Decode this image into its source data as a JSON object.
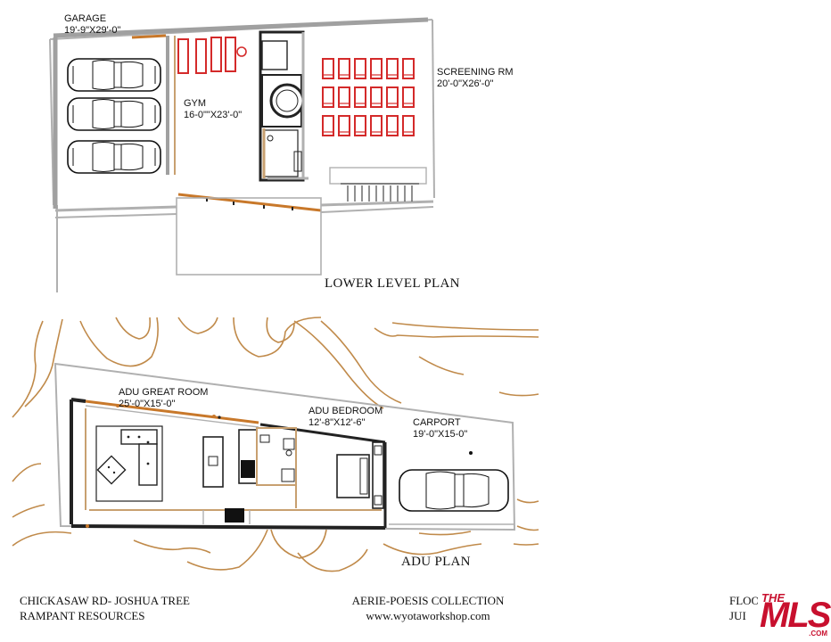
{
  "lower_level": {
    "title": "LOWER LEVEL PLAN",
    "garage": {
      "name": "GARAGE",
      "size": "19'-9\"X29'-0\""
    },
    "gym": {
      "name": "GYM",
      "size": "16-0\"\"X23'-0\""
    },
    "screening": {
      "name": "SCREENING RM",
      "size": "20'-0\"X26'-0\""
    }
  },
  "adu": {
    "title": "ADU PLAN",
    "great_room": {
      "name": "ADU GREAT ROOM",
      "size": "25'-0\"X15'-0\""
    },
    "bedroom": {
      "name": "ADU BEDROOM",
      "size": "12'-8\"X12'-6\""
    },
    "carport": {
      "name": "CARPORT",
      "size": "19'-0\"X15-0\""
    }
  },
  "footer": {
    "left_line1": "CHICKASAW RD- JOSHUA TREE",
    "left_line2": "RAMPANT RESOURCES",
    "center_line1": "AERIE-POESIS COLLECTION",
    "center_line2": "www.wyotaworkshop.com",
    "right_line1": "FLOO",
    "right_line2": "JUI"
  },
  "logo": {
    "the": "THE",
    "main": "MLS",
    "com": ".COM"
  },
  "colors": {
    "wall": "#222222",
    "light_wall": "#b0b0b0",
    "accent_orange": "#c8782a",
    "seat_red": "#d42a2a",
    "contour": "#c08a4a",
    "logo_red": "#c8102e"
  }
}
